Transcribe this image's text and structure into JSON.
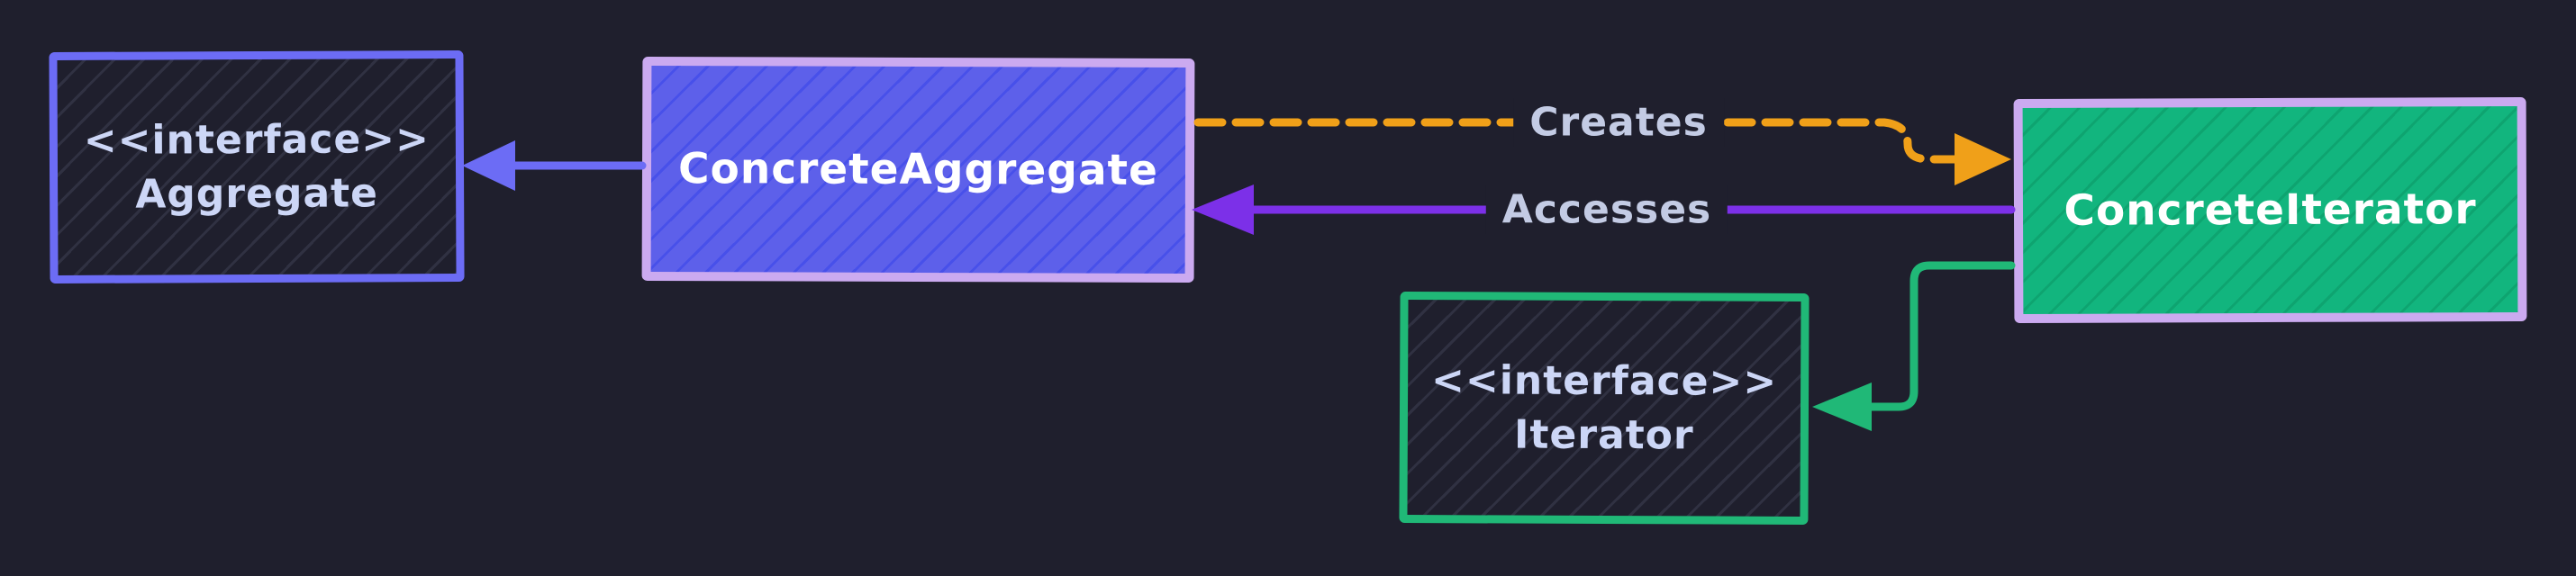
{
  "colors": {
    "bg": "#1f1f2d",
    "violet": "#6c6cf5",
    "lavender": "#cbaaf0",
    "blue-fill": "#5d60ea",
    "green-fill": "#12b57e",
    "green-border": "#20b877",
    "orange": "#f0a019",
    "purple": "#7c30e8",
    "interface-text": "#ccd6f6",
    "class-text": "#ffffff",
    "edge-label-text": "#c3cbe4"
  },
  "diagram": {
    "nodes": {
      "aggregate": {
        "stereotype": "<<interface>>",
        "name": "Aggregate"
      },
      "concrete_aggregate": {
        "name": "ConcreteAggregate"
      },
      "concrete_iterator": {
        "name": "ConcreteIterator"
      },
      "iterator": {
        "stereotype": "<<interface>>",
        "name": "Iterator"
      }
    },
    "edges": {
      "creates": {
        "label": "Creates",
        "style": "dashed",
        "from": "ConcreteAggregate",
        "to": "ConcreteIterator"
      },
      "accesses": {
        "label": "Accesses",
        "style": "solid",
        "from": "ConcreteIterator",
        "to": "ConcreteAggregate"
      },
      "realizes_aggregate": {
        "style": "solid",
        "from": "ConcreteAggregate",
        "to": "Aggregate"
      },
      "realizes_iterator": {
        "style": "solid",
        "from": "ConcreteIterator",
        "to": "Iterator"
      }
    }
  }
}
